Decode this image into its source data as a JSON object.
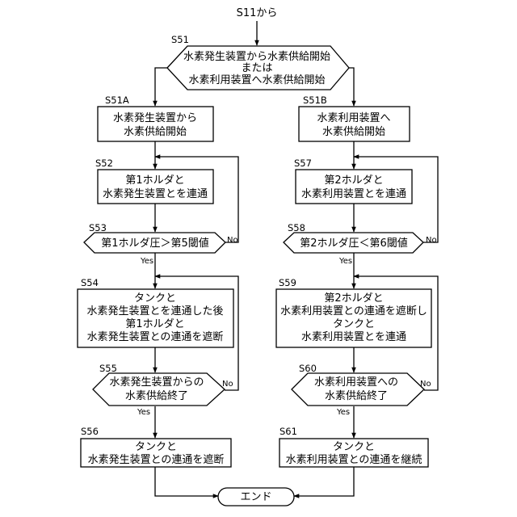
{
  "start_label": "S11から",
  "end_label": "エンド",
  "steps": {
    "s51": {
      "id": "S51",
      "lines": [
        "水素発生装置から水素供給開始",
        "または",
        "水素利用装置へ水素供給開始"
      ]
    },
    "s51a": {
      "id": "S51A",
      "lines": [
        "水素発生装置から",
        "水素供給開始"
      ]
    },
    "s51b": {
      "id": "S51B",
      "lines": [
        "水素利用装置へ",
        "水素供給開始"
      ]
    },
    "s52": {
      "id": "S52",
      "lines": [
        "第1ホルダと",
        "水素発生装置とを連通"
      ]
    },
    "s57": {
      "id": "S57",
      "lines": [
        "第2ホルダと",
        "水素利用装置とを連通"
      ]
    },
    "s53": {
      "id": "S53",
      "lines": [
        "第1ホルダ圧＞第5閾値"
      ]
    },
    "s58": {
      "id": "S58",
      "lines": [
        "第2ホルダ圧＜第6閾値"
      ]
    },
    "s54": {
      "id": "S54",
      "lines": [
        "タンクと",
        "水素発生装置とを連通した後",
        "第1ホルダと",
        "水素発生装置との連通を遮断"
      ]
    },
    "s59": {
      "id": "S59",
      "lines": [
        "第2ホルダと",
        "水素利用装置との連通を遮断し",
        "タンクと",
        "水素利用装置とを連通"
      ]
    },
    "s55": {
      "id": "S55",
      "lines": [
        "水素発生装置からの",
        "水素供給終了"
      ]
    },
    "s60": {
      "id": "S60",
      "lines": [
        "水素利用装置への",
        "水素供給終了"
      ]
    },
    "s56": {
      "id": "S56",
      "lines": [
        "タンクと",
        "水素発生装置との連通を遮断"
      ]
    },
    "s61": {
      "id": "S61",
      "lines": [
        "タンクと",
        "水素利用装置との連通を継続"
      ]
    }
  },
  "branch_labels": {
    "yes": "Yes",
    "no": "No"
  }
}
